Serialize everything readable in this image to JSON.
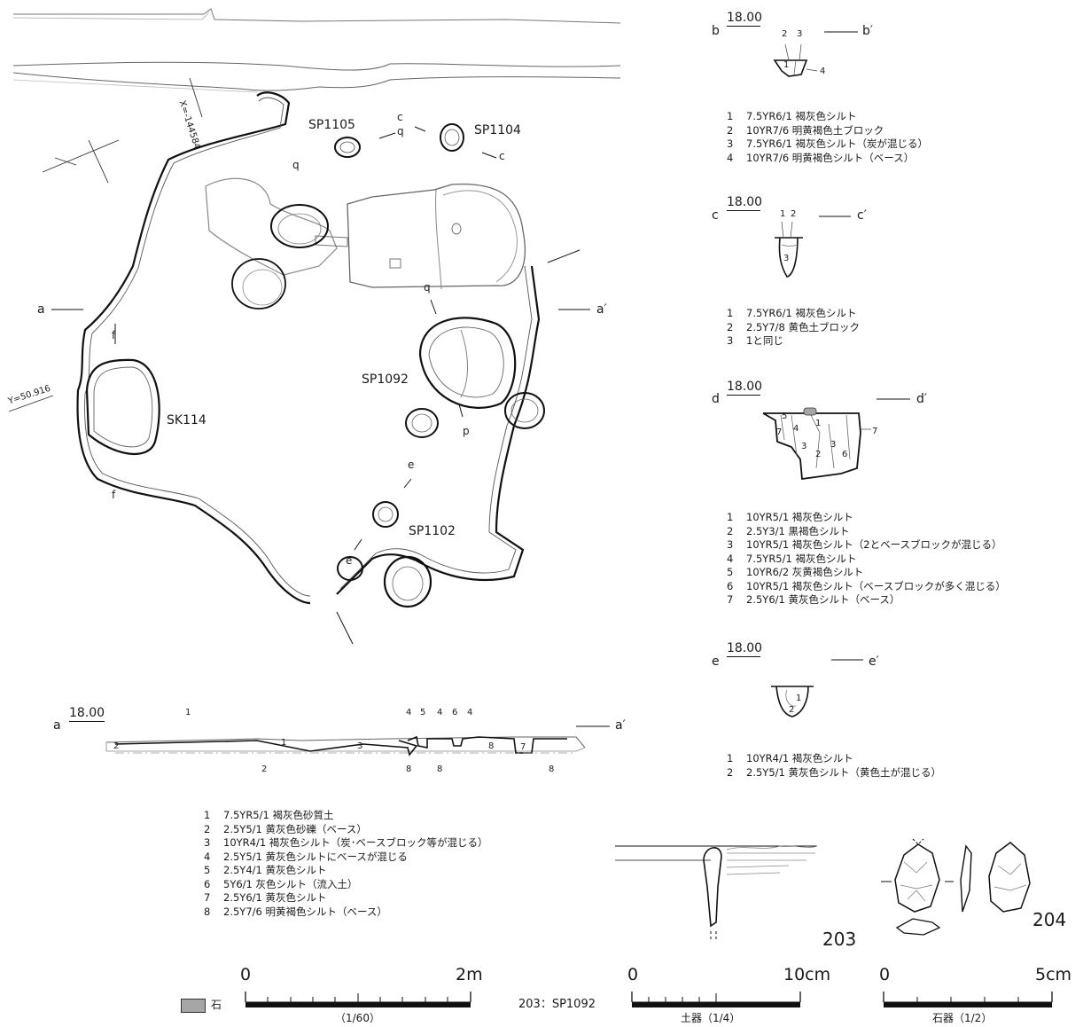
{
  "plan": {
    "features": {
      "sp1105": "SP1105",
      "sp1104": "SP1104",
      "sp1092": "SP1092",
      "sk114": "SK114",
      "sp1102": "SP1102"
    },
    "coords": {
      "x": "X=-144584",
      "y": "Y=50.916"
    },
    "section_marks": {
      "a_start": "a",
      "a_end": "a′"
    }
  },
  "section_a": {
    "letter": "a",
    "letter_end": "a′",
    "elevation": "18.00",
    "layer_labels": [
      "1",
      "2",
      "1",
      "3",
      "2",
      "4",
      "5",
      "4",
      "6",
      "4",
      "8",
      "8",
      "7",
      "8",
      "8"
    ],
    "legend": [
      {
        "n": "1",
        "t": "7.5YR5/1 褐灰色砂質土"
      },
      {
        "n": "2",
        "t": "2.5Y5/1 黄灰色砂礫（ベース）"
      },
      {
        "n": "3",
        "t": "10YR4/1 褐灰色シルト（炭･ベースブロック等が混じる）"
      },
      {
        "n": "4",
        "t": "2.5Y5/1 黄灰色シルトにベースが混じる"
      },
      {
        "n": "5",
        "t": "2.5Y4/1 黄灰色シルト"
      },
      {
        "n": "6",
        "t": "5Y6/1 灰色シルト（流入土）"
      },
      {
        "n": "7",
        "t": "2.5Y6/1 黄灰色シルト"
      },
      {
        "n": "8",
        "t": "2.5Y7/6 明黄褐色シルト（ベース）"
      }
    ]
  },
  "section_b": {
    "letter": "b",
    "letter_end": "b′",
    "elevation": "18.00",
    "layer_labels": [
      "2",
      "3",
      "1",
      "4"
    ],
    "legend": [
      {
        "n": "1",
        "t": "7.5YR6/1 褐灰色シルト"
      },
      {
        "n": "2",
        "t": "10YR7/6 明黄褐色土ブロック"
      },
      {
        "n": "3",
        "t": "7.5YR6/1 褐灰色シルト（炭が混じる）"
      },
      {
        "n": "4",
        "t": "10YR7/6 明黄褐色シルト（ベース）"
      }
    ]
  },
  "section_c": {
    "letter": "c",
    "letter_end": "c′",
    "elevation": "18.00",
    "layer_labels": [
      "1",
      "2",
      "3"
    ],
    "legend": [
      {
        "n": "1",
        "t": "7.5YR6/1 褐灰色シルト"
      },
      {
        "n": "2",
        "t": "2.5Y7/8 黄色土ブロック"
      },
      {
        "n": "3",
        "t": "1と同じ"
      }
    ]
  },
  "section_d": {
    "letter": "d",
    "letter_end": "d′",
    "elevation": "18.00",
    "layer_labels": [
      "5",
      "7",
      "4",
      "1",
      "3",
      "3",
      "2",
      "6",
      "7"
    ],
    "legend": [
      {
        "n": "1",
        "t": "10YR5/1 褐灰色シルト"
      },
      {
        "n": "2",
        "t": "2.5Y3/1 黒褐色シルト"
      },
      {
        "n": "3",
        "t": "10YR5/1 褐灰色シルト（2とベースブロックが混じる）"
      },
      {
        "n": "4",
        "t": "7.5YR5/1 褐灰色シルト"
      },
      {
        "n": "5",
        "t": "10YR6/2 灰黄褐色シルト"
      },
      {
        "n": "6",
        "t": "10YR5/1 褐灰色シルト（ベースブロックが多く混じる）"
      },
      {
        "n": "7",
        "t": "2.5Y6/1 黄灰色シルト（ベース）"
      }
    ]
  },
  "section_e": {
    "letter": "e",
    "letter_end": "e′",
    "elevation": "18.00",
    "layer_labels": [
      "1",
      "2"
    ],
    "legend": [
      {
        "n": "1",
        "t": "10YR4/1 褐灰色シルト"
      },
      {
        "n": "2",
        "t": "2.5Y5/1 黄灰色シルト（黄色土が混じる）"
      }
    ]
  },
  "artifacts": {
    "pottery_no": "203",
    "stone_no": "204",
    "provenance": "203：SP1092"
  },
  "scales": {
    "plan": {
      "zero": "0",
      "max": "2m",
      "caption": "（1/60）"
    },
    "pottery": {
      "zero": "0",
      "max": "10cm",
      "caption": "土器（1/4）"
    },
    "stone": {
      "zero": "0",
      "max": "5cm",
      "caption": "石器（1/2）"
    }
  },
  "key": {
    "stone_label": "石",
    "stone_color": "#a6a6a6"
  }
}
